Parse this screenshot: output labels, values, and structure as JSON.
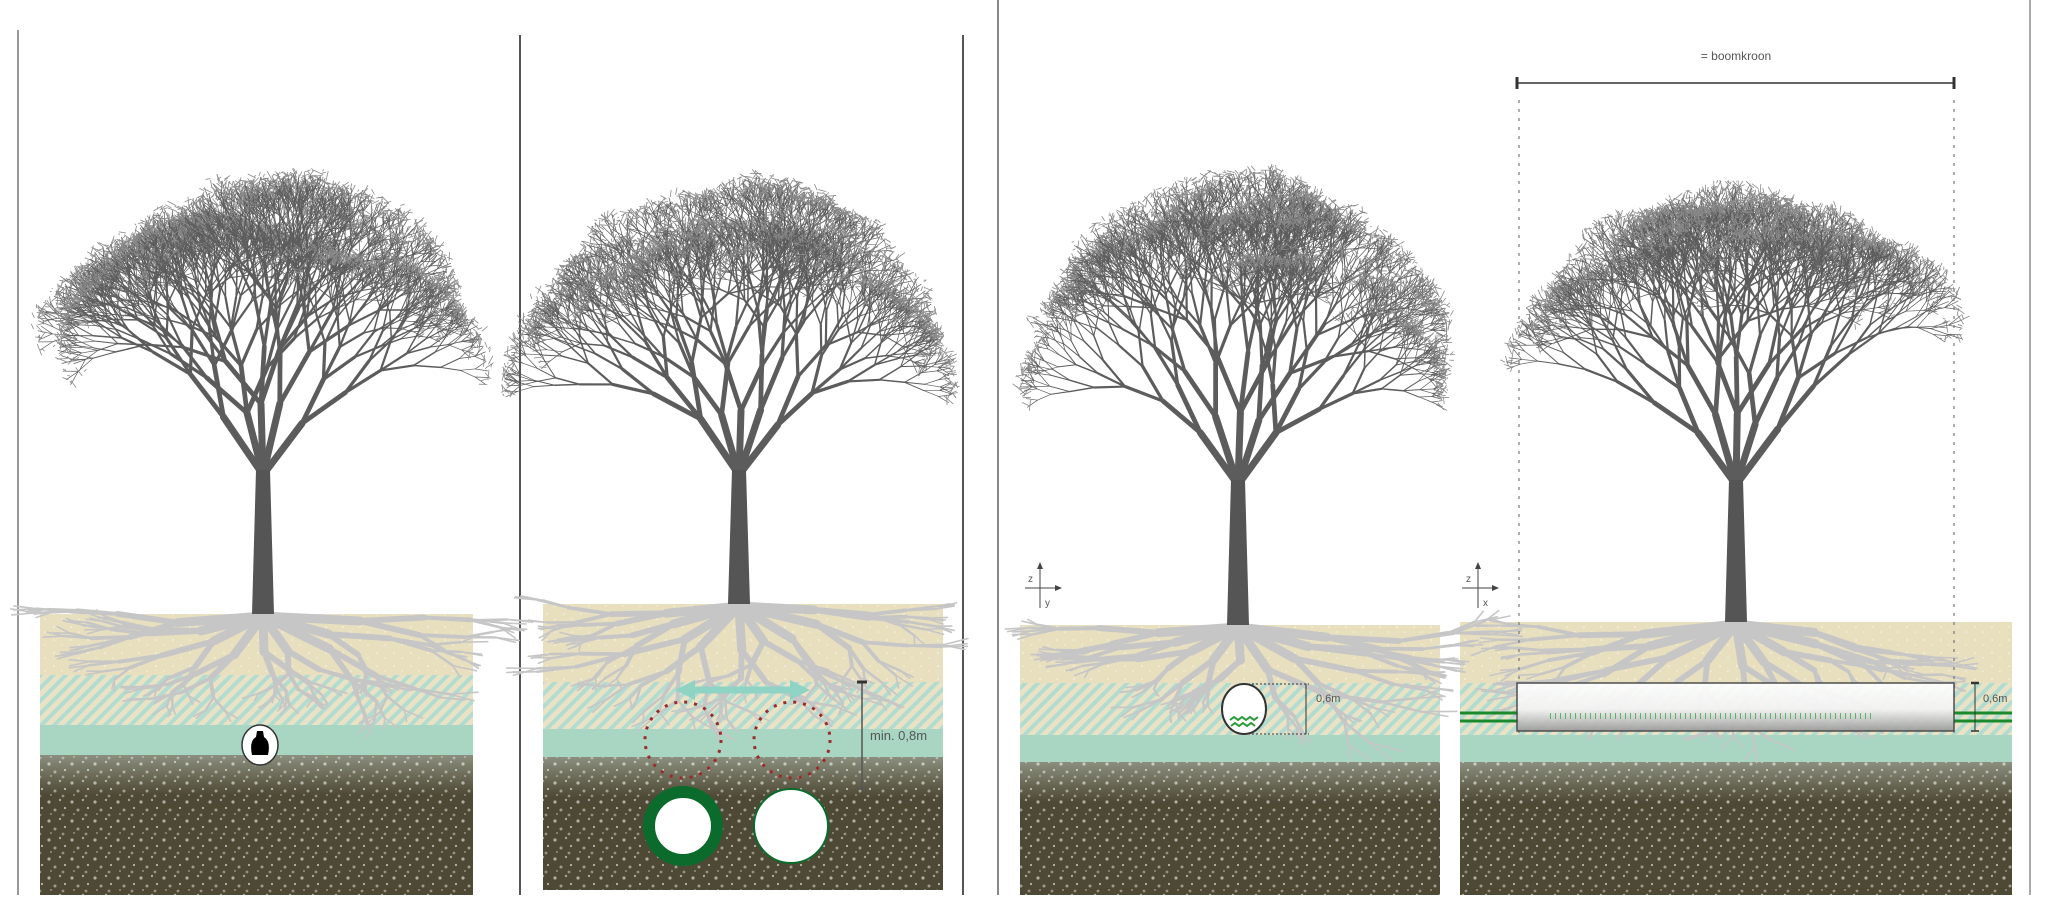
{
  "panels": [
    {
      "id": "panel-1-existing-pipe"
    },
    {
      "id": "panel-2-pipe-options",
      "depth_label": "min. 0,8m"
    },
    {
      "id": "panel-3-cross-section",
      "axis": {
        "vertical": "z",
        "horizontal": "y"
      },
      "pipe_label": "0,6m"
    },
    {
      "id": "panel-4-long-section",
      "axis": {
        "vertical": "z",
        "horizontal": "x"
      },
      "pipe_label": "0,6m",
      "crown_label": "= boomkroon"
    }
  ],
  "colors": {
    "sand": "#e8dfbf",
    "groundwater": "#a8d6c3",
    "hatch": "#a9d8cb",
    "subsoil": "#4e4934",
    "root": "#c6c6c6",
    "trunk": "#5a5a5a",
    "pipe_green": "#0b6b2c",
    "dashed_red": "#9b2b2b"
  }
}
